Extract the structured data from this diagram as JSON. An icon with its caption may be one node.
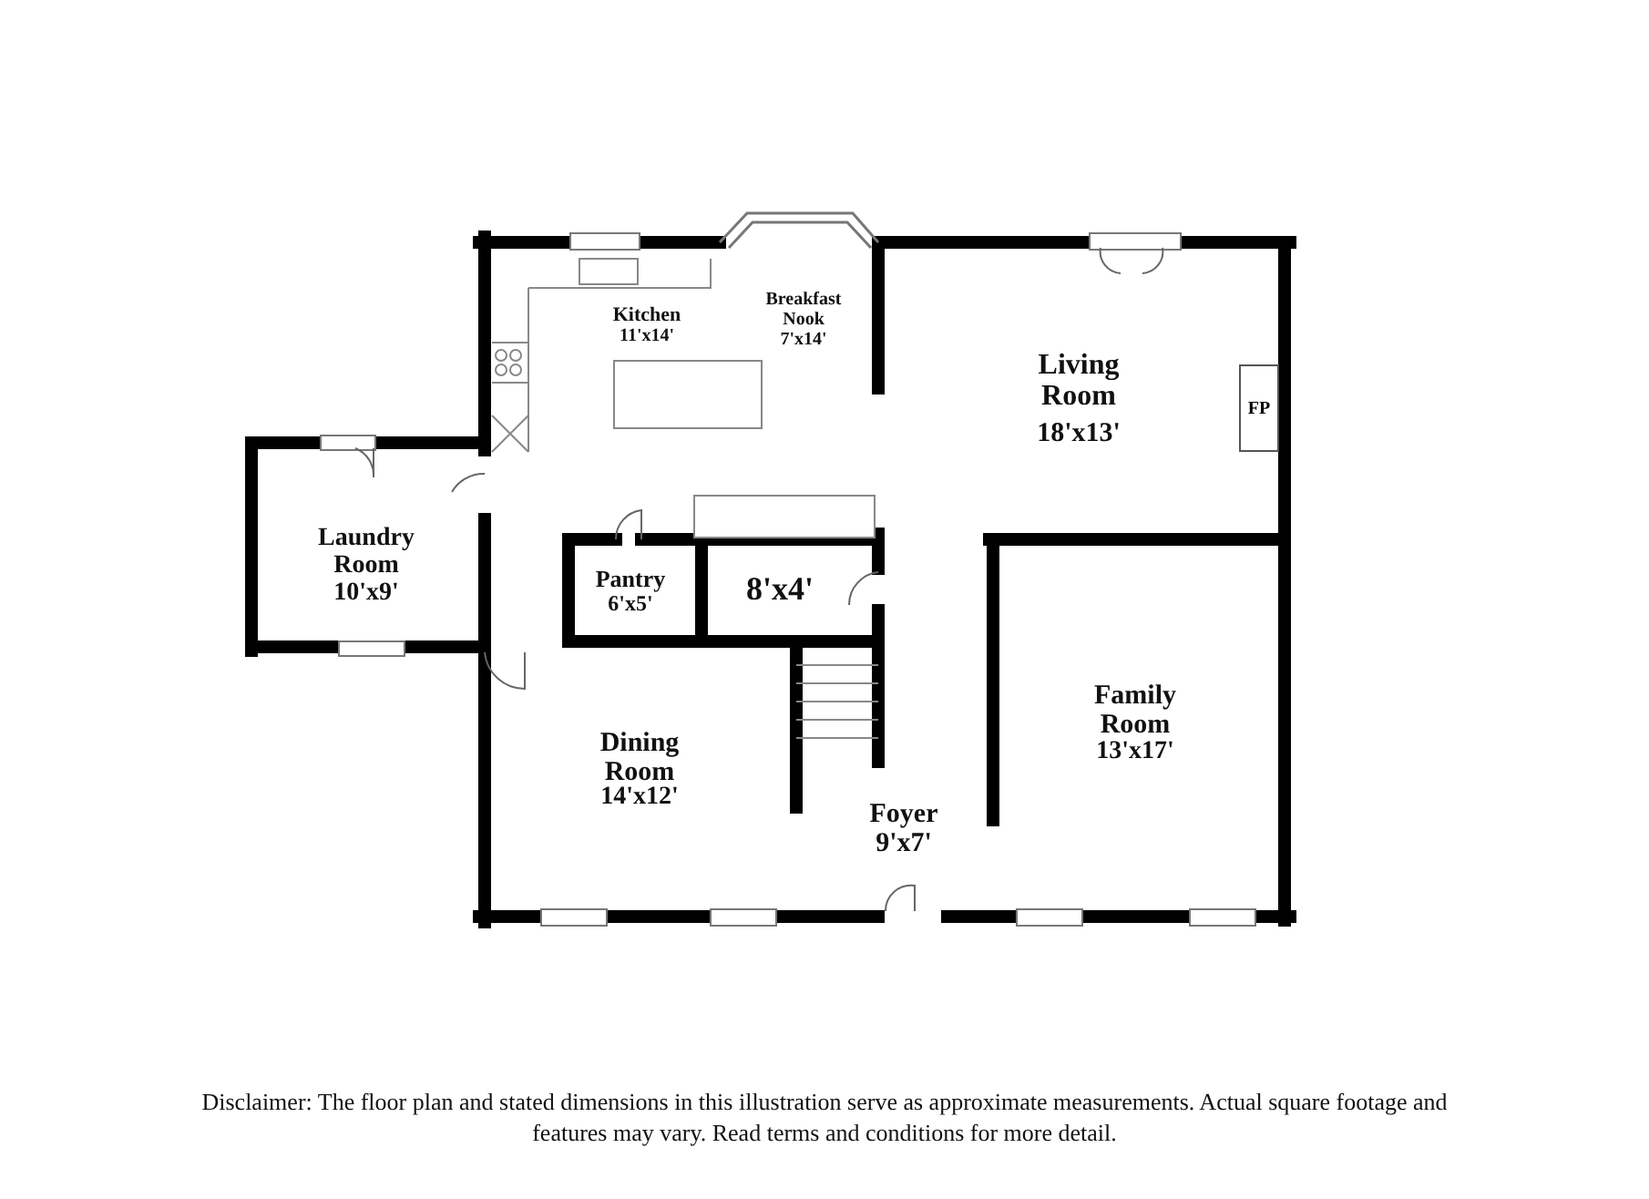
{
  "diagram": {
    "caption": "Disclaimer: The floor plan and stated dimensions in this illustration serve as approximate measurements. Actual square footage and features may vary. Read terms and conditions for more detail.",
    "nodes": [
      {
        "text": [
          "FP"
        ]
      }
    ],
    "labels": [
      "Kitchen",
      "11'x14'",
      "Breakfast Nook",
      "7'x14'",
      "Living Room",
      "18'x13'",
      "Laundry Room",
      "10'x9'",
      "Pantry",
      "6'x5'",
      "8'x4'",
      "Family Room",
      "13'x17'",
      "Dining Room",
      "14'x12'",
      "Foyer",
      "9'x7'"
    ]
  }
}
